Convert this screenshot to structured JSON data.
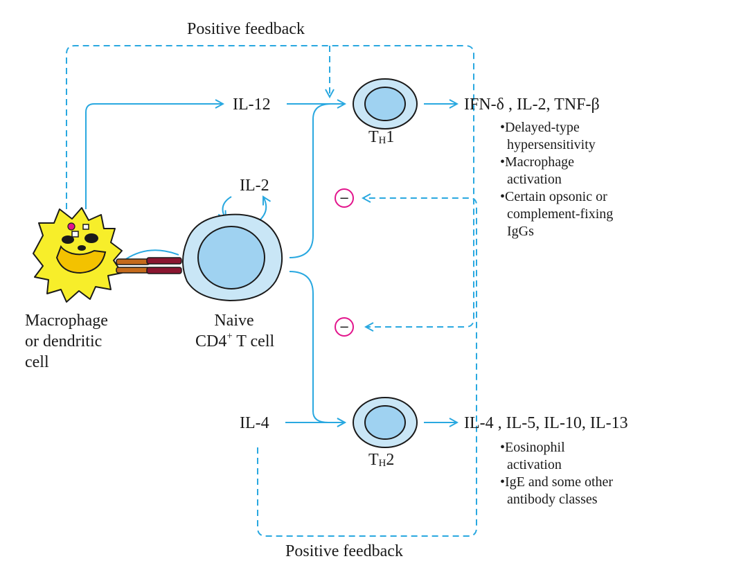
{
  "colors": {
    "arrow": "#29a8e0",
    "cell_fill": "#c9e6f6",
    "cell_core": "#9fd2f1",
    "inhibit": "#e2148c",
    "macrophage": "#f7ee2a"
  },
  "feedback": {
    "top": "Positive feedback",
    "bottom": "Positive feedback",
    "inhibit_symbol": "−"
  },
  "cytokines": {
    "il12": "IL-12",
    "il2": "IL-2",
    "il4": "IL-4"
  },
  "cells": {
    "macrophage": [
      "Macrophage",
      "or dendritic",
      "cell"
    ],
    "naive": {
      "line1": "Naive",
      "line2_pre": "CD4",
      "line2_sup": "+",
      "line2_post": " T cell"
    },
    "th1": {
      "main": "T",
      "sub": "H",
      "num": "1"
    },
    "th2": {
      "main": "T",
      "sub": "H",
      "num": "2"
    }
  },
  "outputs": {
    "th1": {
      "header": "IFN-δ , IL-2, TNF-β",
      "bullets": [
        [
          "•Delayed-type",
          "hypersensitivity"
        ],
        [
          "•Macrophage",
          "activation"
        ],
        [
          "•Certain opsonic or",
          "complement-fixing",
          "IgGs"
        ]
      ]
    },
    "th2": {
      "header": "IL-4 , IL-5, IL-10, IL-13",
      "bullets": [
        [
          "•Eosinophil",
          "activation"
        ],
        [
          "•IgE and some other",
          "antibody classes"
        ]
      ]
    }
  }
}
